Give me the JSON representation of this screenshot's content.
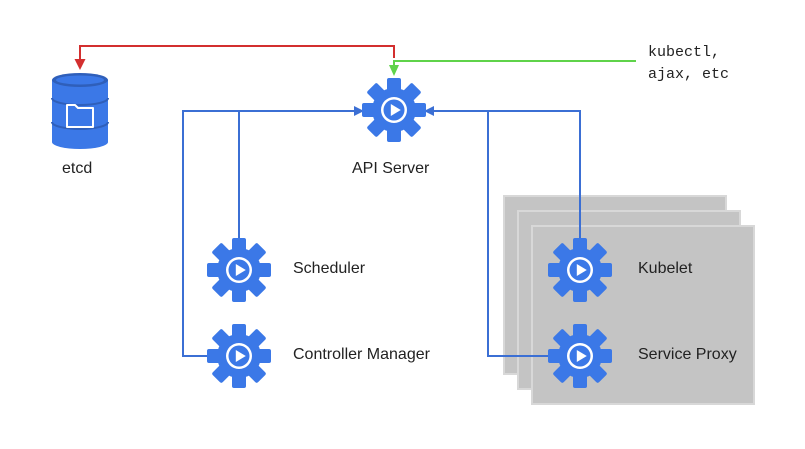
{
  "colors": {
    "blue": "#3b6fd4",
    "gear": "#3b78e7",
    "red": "#d32f2f",
    "green": "#5fd34a",
    "node_fill": "#c4c4c4",
    "node_stroke": "#d4d4d4"
  },
  "nodes": {
    "etcd": {
      "label": "etcd",
      "icon": "database-folder-icon"
    },
    "api_server": {
      "label": "API Server",
      "icon": "gear-play-icon"
    },
    "scheduler": {
      "label": "Scheduler",
      "icon": "gear-play-icon"
    },
    "controller_manager": {
      "label": "Controller Manager",
      "icon": "gear-play-icon"
    },
    "kubelet": {
      "label": "Kubelet",
      "icon": "gear-play-icon"
    },
    "service_proxy": {
      "label": "Service Proxy",
      "icon": "gear-play-icon"
    }
  },
  "clients": {
    "line1": "kubectl,",
    "line2": "ajax, etc"
  }
}
